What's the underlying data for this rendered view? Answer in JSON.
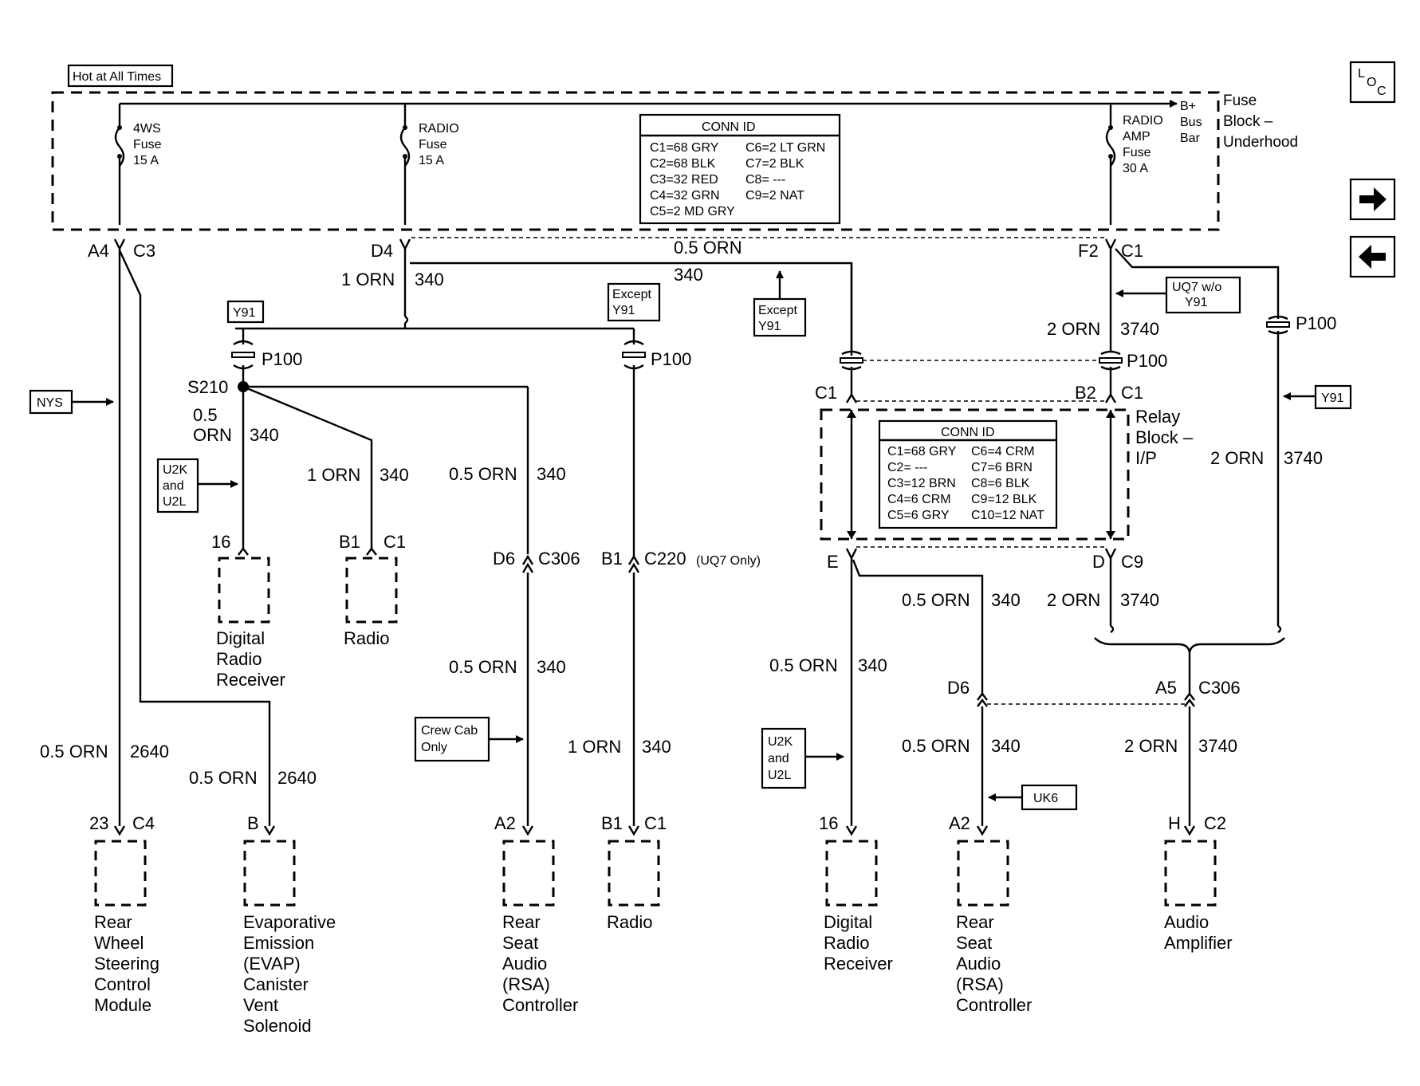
{
  "header": {
    "hot_at_all_times": "Hot at All Times",
    "fuse_block": [
      "Fuse",
      "Block –",
      "Underhood"
    ],
    "bplus_bus_bar": [
      "B+",
      "Bus",
      "Bar"
    ]
  },
  "fuses": {
    "fuse_4ws": [
      "4WS",
      "Fuse",
      "15 A"
    ],
    "fuse_radio": [
      "RADIO",
      "Fuse",
      "15 A"
    ],
    "fuse_radio_amp": [
      "RADIO",
      "AMP",
      "Fuse",
      "30 A"
    ]
  },
  "conn_id_top": {
    "title": "CONN ID",
    "left": [
      "C1=68 GRY",
      "C2=68 BLK",
      "C3=32 RED",
      "C4=32 GRN",
      "C5=2 MD GRY"
    ],
    "right": [
      "C6=2 LT GRN",
      "C7=2 BLK",
      "C8= ---",
      "C9=2 NAT"
    ]
  },
  "conn_id_relay": {
    "title": "CONN ID",
    "left": [
      "C1=68 GRY",
      "C2= ---",
      "C3=12 BRN",
      "C4=6 CRM",
      "C5=6 GRY"
    ],
    "right": [
      "C6=4 CRM",
      "C7=6 BRN",
      "C8=6 BLK",
      "C9=12 BLK",
      "C10=12 NAT"
    ]
  },
  "relay_block": [
    "Relay",
    "Block –",
    "I/P"
  ],
  "nav": {
    "loc_letters": [
      "L",
      "O",
      "C"
    ],
    "forward": "→",
    "back": "←"
  },
  "tags": {
    "y91_left": "Y91",
    "except_y91_mid": [
      "Except",
      "Y91"
    ],
    "except_y91_arrow": [
      "Except",
      "Y91"
    ],
    "uq7_wo_y91": [
      "UQ7 w/o",
      "Y91"
    ],
    "y91_right": "Y91",
    "nys": "NYS",
    "u2k_left": [
      "U2K",
      "and",
      "U2L"
    ],
    "crew_cab": [
      "Crew Cab",
      "Only"
    ],
    "u2k_right": [
      "U2K",
      "and",
      "U2L"
    ],
    "uk6": "UK6"
  },
  "pins": {
    "a4": "A4",
    "c3": "C3",
    "d4": "D4",
    "f2": "F2",
    "c1_top": "C1",
    "c1_relay_left": "C1",
    "b2": "B2",
    "c1_relay_right": "C1",
    "e": "E",
    "d": "D",
    "c9": "C9",
    "p16_left": "16",
    "b1_radio": "B1",
    "c1_radio": "C1",
    "d6_left": "D6",
    "c306_left": "C306",
    "b1_c220": "B1",
    "c220": "C220",
    "uq7_only": "(UQ7 Only)",
    "d6_right": "D6",
    "a5": "A5",
    "c306_right": "C306",
    "p23": "23",
    "c4": "C4",
    "b_evap": "B",
    "a2_left": "A2",
    "b1_bottom": "B1",
    "c1_bottom": "C1",
    "p16_right": "16",
    "a2_right": "A2",
    "h": "H",
    "c2": "C2",
    "s210": "S210"
  },
  "splices": {
    "p100_left": "P100",
    "p100_mid": "P100",
    "p100_right": "P100",
    "p100_far": "P100"
  },
  "wires": {
    "w_05orn_top": "0.5 ORN",
    "w_340_top": "340",
    "w_1orn_d4": "1 ORN",
    "w_340_d4": "340",
    "w_2orn_f2": "2 ORN",
    "w_3740_f2": "3740",
    "w_05_left": "0.5",
    "w_orn_left": "ORN",
    "w_340_left": "340",
    "w_1orn_radio": "1 ORN",
    "w_340_radio": "340",
    "w_05orn_rsa1": "0.5 ORN",
    "w_340_rsa1": "340",
    "w_05orn_rsa2": "0.5 ORN",
    "w_340_rsa2": "340",
    "w_1orn_c220": "1 ORN",
    "w_340_c220": "340",
    "w_2orn_right": "2 ORN",
    "w_3740_right": "3740",
    "w_05orn_e": "0.5 ORN",
    "w_340_e": "340",
    "w_05orn_d": "0.5 ORN",
    "w_340_d": "340",
    "w_2orn_c9": "2 ORN",
    "w_3740_c9": "3740",
    "w_05orn_rsa_r": "0.5 ORN",
    "w_340_rsa_r": "340",
    "w_2orn_amp": "2 ORN",
    "w_3740_amp": "3740",
    "w_05orn_rws": "0.5 ORN",
    "w_2640_rws": "2640",
    "w_05orn_evap": "0.5 ORN",
    "w_2640_evap": "2640"
  },
  "components": {
    "digital_radio_upper": [
      "Digital",
      "Radio",
      "Receiver"
    ],
    "radio_upper": [
      "Radio"
    ],
    "rear_wheel": [
      "Rear",
      "Wheel",
      "Steering",
      "Control",
      "Module"
    ],
    "evap": [
      "Evaporative",
      "Emission",
      "(EVAP)",
      "Canister",
      "Vent",
      "Solenoid"
    ],
    "rsa_left": [
      "Rear",
      "Seat",
      "Audio",
      "(RSA)",
      "Controller"
    ],
    "radio_lower": [
      "Radio"
    ],
    "digital_radio_lower": [
      "Digital",
      "Radio",
      "Receiver"
    ],
    "rsa_right": [
      "Rear",
      "Seat",
      "Audio",
      "(RSA)",
      "Controller"
    ],
    "audio_amp": [
      "Audio",
      "Amplifier"
    ]
  }
}
